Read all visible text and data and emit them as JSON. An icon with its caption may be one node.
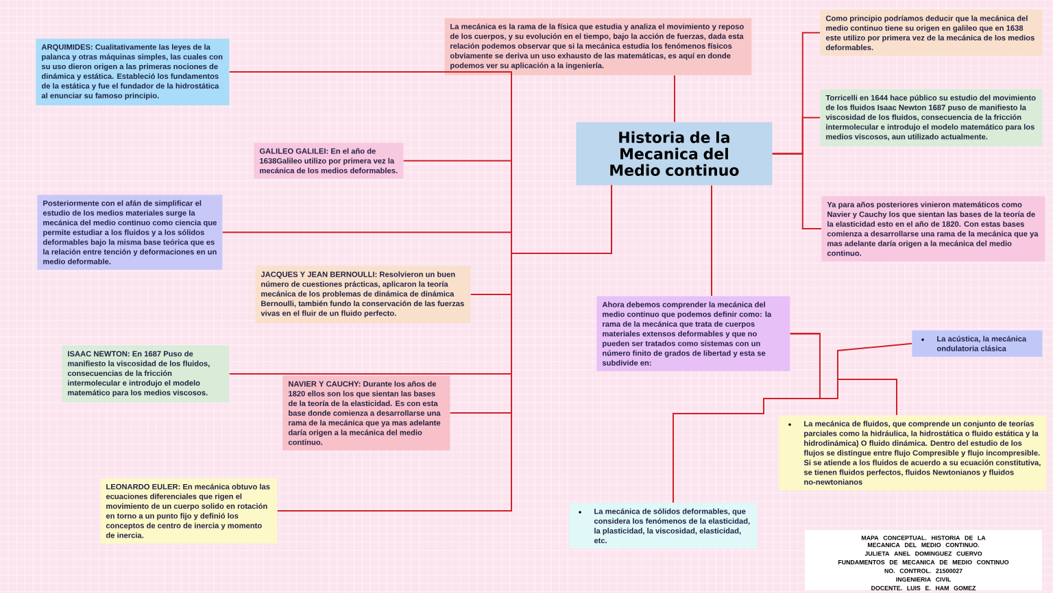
{
  "diagram": {
    "nodes": [
      {
        "text": [
          "Historia de la Mecanica del Medio continuo"
        ]
      },
      {
        "text": [
          "La mecánica es la rama de la física que estudia y analiza el movimiento y reposo de los cuerpos, y su evolución en el tiempo, bajo la acción de fuerzas, dada esta relación podemos observar que si la mecánica estudia los fenómenos físicos obviamente se deriva un uso exhausto de las matemáticas, es aquí en donde podemos ver su aplicación a la ingeniería."
        ]
      },
      {
        "text": [
          "ARQUIMIDES: Cualitativamente las leyes de la palanca y otras máquinas simples, las cuales con su uso dieron origen a las primeras nociones de dinámica y estática. Estableció los fundamentos de la estática y fue el fundador de la hidrostática al enunciar su famoso principio."
        ]
      },
      {
        "text": [
          "GALILEO GALILEI: En el año de 1638Galileo utilizo por primera vez la mecánica de los medios deformables."
        ]
      },
      {
        "text": [
          "Posteriormente con el afán de simplificar el estudio de los medios materiales surge la mecánica del medio continuo como ciencia que permite estudiar a los fluidos y a los sólidos deformables bajo la misma base teórica que es la relación entre tención y deformaciones en un medio deformable."
        ]
      },
      {
        "text": [
          "JACQUES Y JEAN BERNOULLI: Resolvieron un buen número de cuestiones prácticas, aplicaron la teoría mecánica de los problemas de dinámica de dinámica Bernoulli, también fundo la conservación de las fuerzas vivas en el fluir de un fluido perfecto."
        ]
      },
      {
        "text": [
          "ISAAC NEWTON: En 1687 Puso de manifiesto la viscosidad de los fluidos, consecuencias de la fricción intermolecular e introdujo el modelo matemático para los medios viscosos."
        ]
      },
      {
        "text": [
          "NAVIER Y CAUCHY: Durante los años de 1820 ellos son los que sientan las bases de la teoría de la elasticidad. Es con esta base donde comienza a desarrollarse una rama de la mecánica que ya mas adelante daría origen a la mecánica del medio continuo."
        ]
      },
      {
        "text": [
          "LEONARDO EULER: En mecánica obtuvo las ecuaciones diferenciales que rigen el movimiento de un cuerpo solido en rotación en torno a un punto fijo y definió los conceptos de centro de inercia y momento de inercia."
        ]
      },
      {
        "text": [
          "Como principio podríamos deducir que la mecánica del medio continuo tiene su origen en galileo que en 1638 este utilizo por primera vez de la mecánica de los medios deformables."
        ]
      },
      {
        "text": [
          "Torricelli en 1644 hace público su estudio del movimiento de los fluidos Isaac Newton 1687 puso de manifiesto la viscosidad de los fluidos, consecuencia de la fricción intermolecular e introdujo el modelo matemático para los medios viscosos, aun utilizado actualmente."
        ]
      },
      {
        "text": [
          "Ya para años posteriores vinieron matemáticos como Navier y Cauchy los que sientan las bases de la teoría de la elasticidad esto en el año de 1820. Con estas bases comienza a desarrollarse una rama de la mecánica que ya mas adelante daría origen a la mecánica del medio continuo."
        ]
      },
      {
        "text": [
          "Ahora debemos comprender la mecánica del medio continuo que podemos definir como: la rama de la mecánica que trata de cuerpos materiales extensos deformables y que no pueden ser tratados como sistemas con un número finito de grados de libertad y esta se subdivide en:"
        ]
      },
      {
        "text": [
          "La acústica, la mecánica ondulatoria clásica"
        ]
      },
      {
        "text": [
          "La mecánica de fluidos, que comprende un conjunto de teorías parciales como la hidráulica, la hidrostática o fluido estática y la hidrodinámica) O fluido dinámica. Dentro del estudio de los flujos se distingue entre flujo Compresible y flujo incompresible. Si se atiende a los fluidos de acuerdo a su ecuación constitutiva, se tienen fluidos perfectos, fluidos Newtonianos y fluidos no-newtonianos"
        ]
      },
      {
        "text": [
          "La mecánica de sólidos deformables, que considera los fenómenos de la elasticidad, la plasticidad, la viscosidad, elasticidad, etc."
        ]
      }
    ],
    "edges": [
      {
        "from": 0,
        "to": 1,
        "arrow": "none"
      },
      {
        "from": 0,
        "to": 2,
        "arrow": "none"
      },
      {
        "from": 0,
        "to": 3,
        "arrow": "none"
      },
      {
        "from": 0,
        "to": 4,
        "arrow": "none"
      },
      {
        "from": 0,
        "to": 5,
        "arrow": "none"
      },
      {
        "from": 0,
        "to": 6,
        "arrow": "none"
      },
      {
        "from": 0,
        "to": 7,
        "arrow": "none"
      },
      {
        "from": 0,
        "to": 8,
        "arrow": "none"
      },
      {
        "from": 0,
        "to": 9,
        "arrow": "none"
      },
      {
        "from": 0,
        "to": 10,
        "arrow": "none"
      },
      {
        "from": 0,
        "to": 11,
        "arrow": "none"
      },
      {
        "from": 0,
        "to": 12,
        "arrow": "none"
      },
      {
        "from": 12,
        "to": 13,
        "arrow": "none"
      },
      {
        "from": 12,
        "to": 14,
        "arrow": "none"
      },
      {
        "from": 12,
        "to": 15,
        "arrow": "none"
      }
    ],
    "labels": [
      "MAPA CONCEPTUAL. HISTORIA DE LA MECANICA DEL MEDIO CONTINUO.",
      "JULIETA ANEL DOMINGUEZ CUERVO",
      "FUNDAMENTOS DE MECANICA DE MEDIO CONTINUO",
      "NO. CONTROL. 21500027",
      "INGENIERIA CIVIL",
      "DOCENTE. LUIS E. HAM GOMEZ"
    ]
  }
}
